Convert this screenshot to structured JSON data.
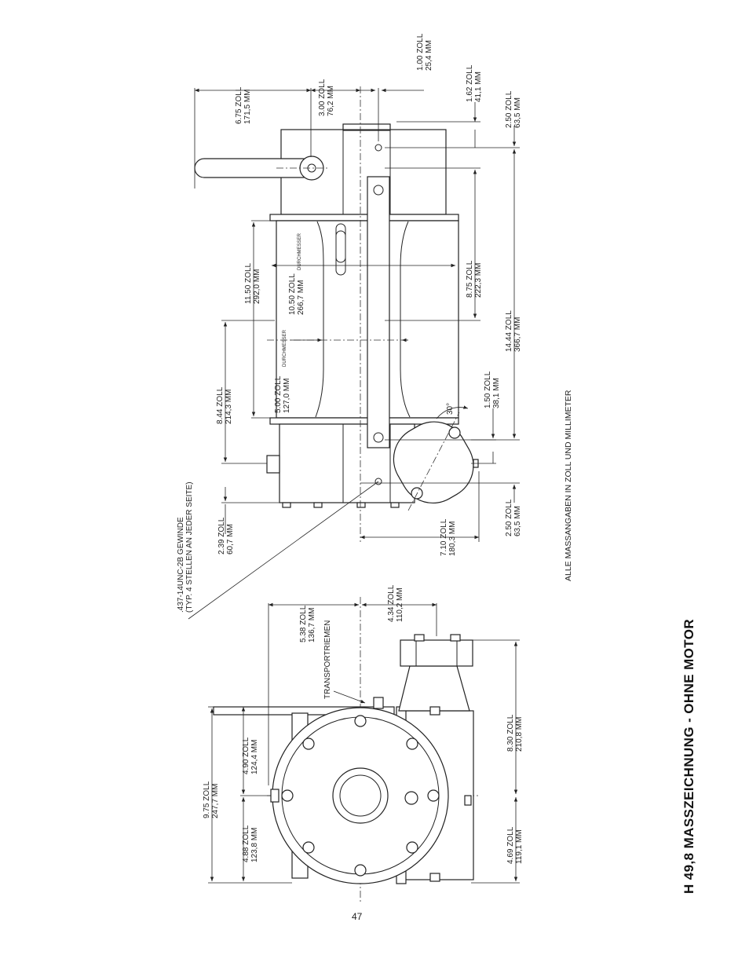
{
  "title": "H 49,8 MASSZEICHNUNG - OHNE MOTOR",
  "page_number": "47",
  "footnote": "ALLE MASSANGABEN IN ZOLL UND MILLIMETER",
  "side_view": {
    "dim_6_75": [
      "6.75 ZOLL",
      "171,5 MM"
    ],
    "dim_3_00": [
      "3.00 ZOLL",
      "76,2 MM"
    ],
    "dim_1_00": [
      "1.00 ZOLL",
      "25,4 MM"
    ],
    "dim_1_62": [
      "1.62 ZOLL",
      "41,1 MM"
    ],
    "dim_2_50_top": [
      "2.50 ZOLL",
      "63,5 MM"
    ],
    "dim_11_50": [
      "11.50 ZOLL",
      "292,0 MM"
    ],
    "dim_10_50": [
      "10.50 ZOLL",
      "266,7 MM"
    ],
    "dim_10_50_sub": "DURCHMESSER",
    "dim_8_75": [
      "8.75 ZOLL",
      "222,3 MM"
    ],
    "dim_14_44": [
      "14.44 ZOLL",
      "366,7 MM"
    ],
    "dim_8_44": [
      "8.44 ZOLL",
      "214,3 MM"
    ],
    "dim_5_00": [
      "5.00 ZOLL",
      "127,0 MM"
    ],
    "dim_5_00_sub": "DURCHMESSER",
    "dim_1_50": [
      "1.50 ZOLL",
      "38,1 MM"
    ],
    "angle": "30°",
    "dim_2_39": [
      "2.39 ZOLL",
      "60,7 MM"
    ],
    "dim_7_10": [
      "7.10 ZOLL",
      "180,3 MM"
    ],
    "dim_2_50_bottom": [
      "2.50 ZOLL",
      "63,5 MM"
    ],
    "thread_note": [
      ".437-14UNC-2B GEWINDE",
      "(TYP. 4 STELLEN AN JEDER SEITE)"
    ]
  },
  "end_view": {
    "dim_5_38": [
      "5.38 ZOLL",
      "136,7 MM"
    ],
    "dim_4_34": [
      "4.34 ZOLL",
      "110,2 MM"
    ],
    "transport": "TRANSPORTRIEMEN",
    "dim_9_75": [
      "9.75 ZOLL",
      "247,7 MM"
    ],
    "dim_4_90": [
      "4.90 ZOLL",
      "124,4 MM"
    ],
    "dim_4_88": [
      "4.88 ZOLL",
      "123,8 MM"
    ],
    "dim_8_30": [
      "8.30 ZOLL",
      "210,8 MM"
    ],
    "dim_4_69": [
      "4.69 ZOLL",
      "119,1 MM"
    ]
  }
}
